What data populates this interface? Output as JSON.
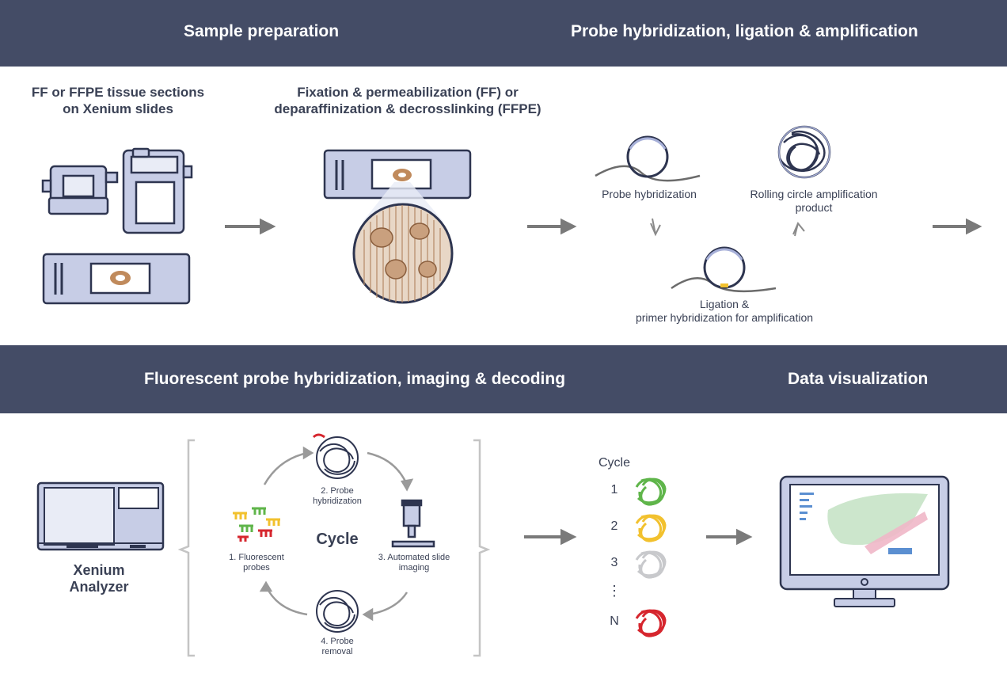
{
  "header_top": {
    "left_title": "Sample preparation",
    "right_title": "Probe hybridization, ligation & amplification"
  },
  "header_bottom": {
    "left_title": "Fluorescent probe hybridization, imaging & decoding",
    "right_title": "Data visualization"
  },
  "sample_prep": {
    "step1_line1": "FF or FFPE tissue sections",
    "step1_line2": "on Xenium slides",
    "step2_line1": "Fixation & permeabilization (FF) or",
    "step2_line2": "deparaffinization & decrosslinking (FFPE)"
  },
  "probe_steps": {
    "hybridization": "Probe hybridization",
    "rca_line1": "Rolling circle amplification",
    "rca_line2": "product",
    "ligation_line1": "Ligation &",
    "ligation_line2": "primer hybridization for amplification"
  },
  "instrument": {
    "name_line1": "Xenium",
    "name_line2": "Analyzer"
  },
  "cycle": {
    "center_label": "Cycle",
    "step1_line1": "1. Fluorescent",
    "step1_line2": "probes",
    "step2_line1": "2. Probe",
    "step2_line2": "hybridization",
    "step3_line1": "3. Automated slide",
    "step3_line2": "imaging",
    "step4_line1": "4. Probe",
    "step4_line2": "removal"
  },
  "decoding": {
    "title": "Cycle",
    "rows": [
      {
        "label": "1",
        "color": "#5fb54a"
      },
      {
        "label": "2",
        "color": "#f2c12e"
      },
      {
        "label": "3",
        "color": "#c8c9cc"
      },
      {
        "label": "⋮",
        "color": ""
      },
      {
        "label": "N",
        "color": "#d6262e"
      }
    ]
  },
  "colors": {
    "band": "#444c66",
    "slide_fill": "#c7cde6",
    "outline": "#2e3550",
    "arrow": "#7a7a7a",
    "tissue": "#c08a5c"
  }
}
